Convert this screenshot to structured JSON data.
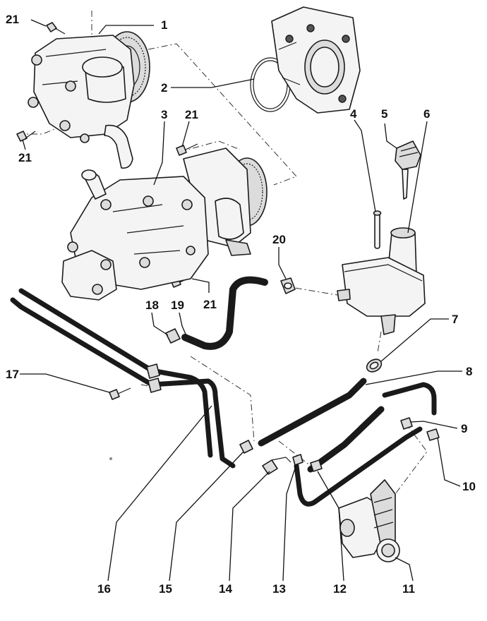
{
  "callouts": {
    "c1": "1",
    "c2": "2",
    "c3": "3",
    "c4": "4",
    "c5": "5",
    "c6": "6",
    "c7": "7",
    "c8": "8",
    "c9": "9",
    "c10": "10",
    "c11": "11",
    "c12": "12",
    "c13": "13",
    "c14": "14",
    "c15": "15",
    "c16": "16",
    "c17": "17",
    "c18": "18",
    "c19": "19",
    "c20": "20",
    "c21a": "21",
    "c21b": "21",
    "c21c": "21",
    "c21d": "21"
  },
  "icons": {
    "gear": "gear-icon",
    "bolt": "bolt-icon",
    "clamp": "hose-clamp-icon",
    "reservoir": "fluid-reservoir-icon",
    "cap": "reservoir-cap-icon",
    "valve": "valve-icon"
  },
  "colors": {
    "line": "#1a1a1a",
    "background": "#ffffff"
  }
}
